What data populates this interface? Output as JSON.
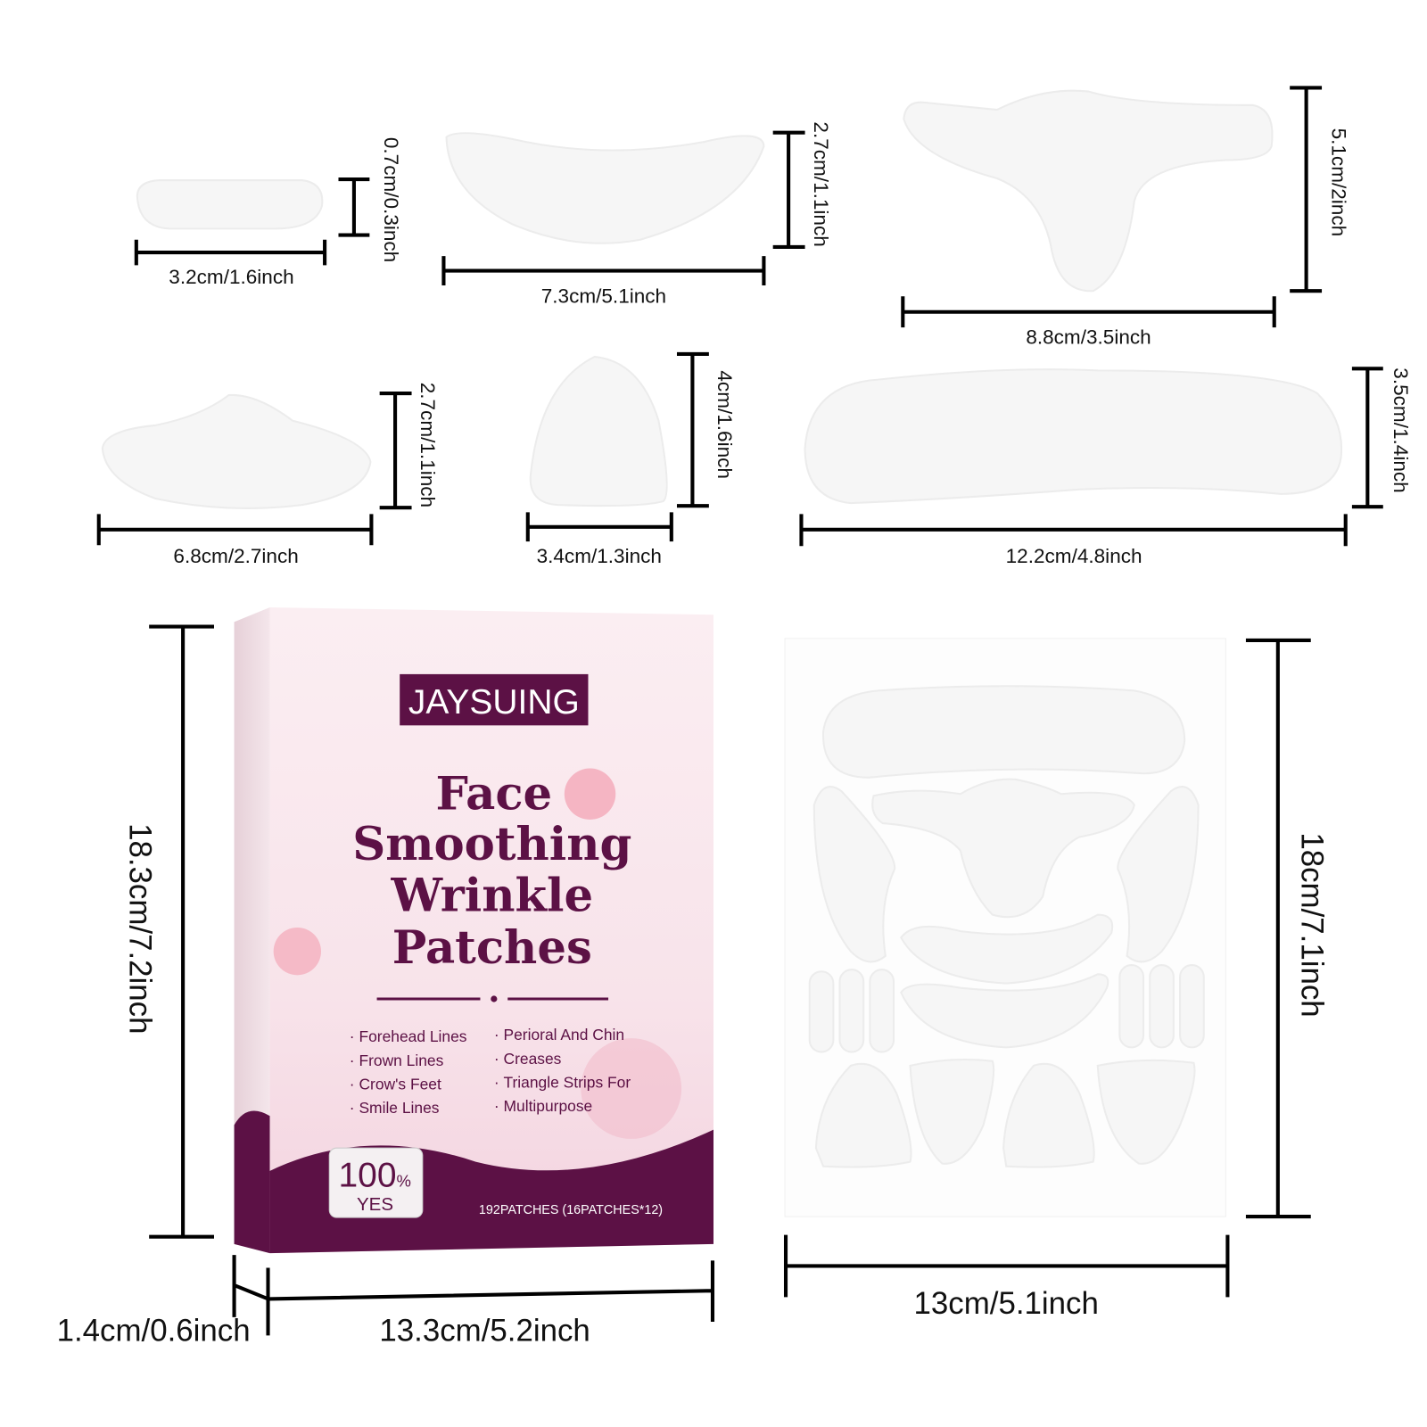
{
  "dimensions": {
    "p1_w": "3.2cm/1.6inch",
    "p1_h": "0.7cm/0.3inch",
    "p2_w": "7.3cm/5.1inch",
    "p2_h": "2.7cm/1.1inch",
    "p3_w": "8.8cm/3.5inch",
    "p3_h": "5.1cm/2inch",
    "p4_w": "6.8cm/2.7inch",
    "p4_h": "2.7cm/1.1inch",
    "p5_w": "3.4cm/1.3inch",
    "p5_h": "4cm/1.6inch",
    "p6_w": "12.2cm/4.8inch",
    "p6_h": "3.5cm/1.4inch",
    "box_h": "18.3cm/7.2inch",
    "box_d": "1.4cm/0.6inch",
    "box_w": "13.3cm/5.2inch",
    "sheet_h": "18cm/7.1inch",
    "sheet_w": "13cm/5.1inch"
  },
  "box": {
    "brand": "JAYSUING",
    "title": [
      "Face",
      "Smoothing",
      "Wrinkle",
      "Patches"
    ],
    "features_left": [
      "Forehead Lines",
      "Frown Lines",
      "Crow's Feet",
      "Smile Lines"
    ],
    "features_right": [
      "Perioral And Chin",
      "Creases",
      "Triangle Strips For",
      "Multipurpose"
    ],
    "badge_value": "100",
    "badge_unit": "%",
    "badge_label": "YES",
    "count": "192PATCHES (16PATCHES*12)"
  },
  "colors": {
    "brand": "#5c1145",
    "pink": "#f7dde6"
  }
}
